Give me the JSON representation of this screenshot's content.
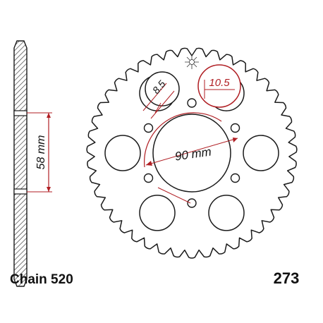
{
  "part_number": "273",
  "chain_label": "Chain 520",
  "dimensions": {
    "bolt_circle": "90 mm",
    "hub_width": "58 mm",
    "hole_diameter": "10.5",
    "center_offset": "8.5"
  },
  "sprocket": {
    "teeth": 43,
    "lightening_holes": 6,
    "mounting_holes": 6
  },
  "colors": {
    "outline": "#1a1a1a",
    "dimension_red": "#b01e23",
    "hatch": "#555555"
  },
  "logo": "jt-star-logo"
}
